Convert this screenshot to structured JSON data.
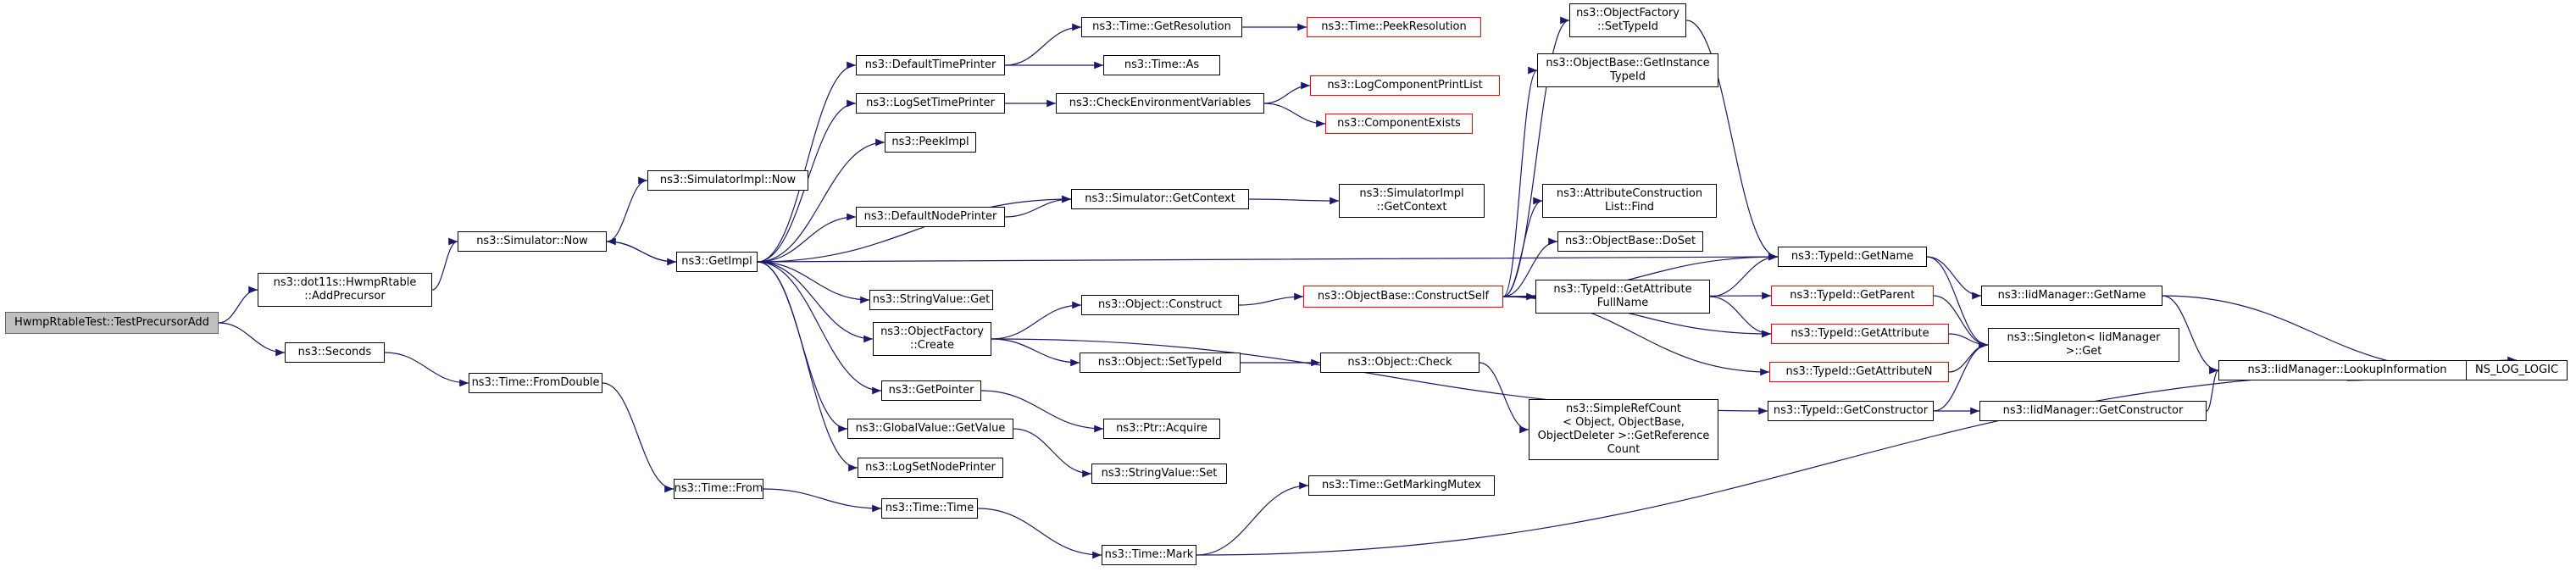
{
  "colors": {
    "edge": "#191970",
    "border": "#000000",
    "border_incomplete": "#ff0000",
    "root_fill": "#bfbfbf"
  },
  "nodes": [
    {
      "id": "root",
      "lines": [
        "HwmpRtableTest::TestPrecursorAdd"
      ],
      "style": "root"
    },
    {
      "id": "addprec",
      "lines": [
        "ns3::dot11s::HwmpRtable",
        "::AddPrecursor"
      ]
    },
    {
      "id": "seconds",
      "lines": [
        "ns3::Seconds"
      ]
    },
    {
      "id": "simnow",
      "lines": [
        "ns3::Simulator::Now"
      ]
    },
    {
      "id": "fromdouble",
      "lines": [
        "ns3::Time::FromDouble"
      ]
    },
    {
      "id": "simimplnow",
      "lines": [
        "ns3::SimulatorImpl::Now"
      ]
    },
    {
      "id": "getimpl",
      "lines": [
        "ns3::GetImpl"
      ]
    },
    {
      "id": "timefrom",
      "lines": [
        "ns3::Time::From"
      ]
    },
    {
      "id": "deftimeprinter",
      "lines": [
        "ns3::DefaultTimePrinter"
      ]
    },
    {
      "id": "logsettimeprinter",
      "lines": [
        "ns3::LogSetTimePrinter"
      ]
    },
    {
      "id": "peekimpl",
      "lines": [
        "ns3::PeekImpl"
      ]
    },
    {
      "id": "defnodeprinter",
      "lines": [
        "ns3::DefaultNodePrinter"
      ]
    },
    {
      "id": "stringvalueget",
      "lines": [
        "ns3::StringValue::Get"
      ]
    },
    {
      "id": "objfactorycreate",
      "lines": [
        "ns3::ObjectFactory",
        "::Create"
      ]
    },
    {
      "id": "getpointer",
      "lines": [
        "ns3::GetPointer"
      ]
    },
    {
      "id": "globalvaluegetvalue",
      "lines": [
        "ns3::GlobalValue::GetValue"
      ]
    },
    {
      "id": "logsetnodeprinter",
      "lines": [
        "ns3::LogSetNodePrinter"
      ]
    },
    {
      "id": "timetime",
      "lines": [
        "ns3::Time::Time"
      ]
    },
    {
      "id": "timegetres",
      "lines": [
        "ns3::Time::GetResolution"
      ]
    },
    {
      "id": "timeas",
      "lines": [
        "ns3::Time::As"
      ]
    },
    {
      "id": "checkenv",
      "lines": [
        "ns3::CheckEnvironmentVariables"
      ]
    },
    {
      "id": "simgetctx",
      "lines": [
        "ns3::Simulator::GetContext"
      ]
    },
    {
      "id": "objconstruct",
      "lines": [
        "ns3::Object::Construct"
      ]
    },
    {
      "id": "objsettypeid",
      "lines": [
        "ns3::Object::SetTypeId"
      ]
    },
    {
      "id": "ptracquire",
      "lines": [
        "ns3::Ptr::Acquire"
      ]
    },
    {
      "id": "stringvalueset",
      "lines": [
        "ns3::StringValue::Set"
      ]
    },
    {
      "id": "timemark",
      "lines": [
        "ns3::Time::Mark"
      ]
    },
    {
      "id": "timepeekres",
      "lines": [
        "ns3::Time::PeekResolution"
      ],
      "style": "red"
    },
    {
      "id": "logcompprintlist",
      "lines": [
        "ns3::LogComponentPrintList"
      ],
      "style": "red"
    },
    {
      "id": "compexists",
      "lines": [
        "ns3::ComponentExists"
      ],
      "style": "red"
    },
    {
      "id": "simimplgetctx",
      "lines": [
        "ns3::SimulatorImpl",
        "::GetContext"
      ]
    },
    {
      "id": "objbaseconstructself",
      "lines": [
        "ns3::ObjectBase::ConstructSelf"
      ],
      "style": "red"
    },
    {
      "id": "objcheck",
      "lines": [
        "ns3::Object::Check"
      ]
    },
    {
      "id": "timegetmarkingmutex",
      "lines": [
        "ns3::Time::GetMarkingMutex"
      ]
    },
    {
      "id": "objfactorysettypeid",
      "lines": [
        "ns3::ObjectFactory",
        "::SetTypeId"
      ]
    },
    {
      "id": "objbasegetinstance",
      "lines": [
        "ns3::ObjectBase::GetInstance",
        "TypeId"
      ]
    },
    {
      "id": "attrconstructionlistfind",
      "lines": [
        "ns3::AttributeConstruction",
        "List::Find"
      ]
    },
    {
      "id": "objbasedoset",
      "lines": [
        "ns3::ObjectBase::DoSet"
      ]
    },
    {
      "id": "typeidgetattrfullname",
      "lines": [
        "ns3::TypeId::GetAttribute",
        "FullName"
      ]
    },
    {
      "id": "simplerefcount",
      "lines": [
        "ns3::SimpleRefCount",
        "< Object, ObjectBase,",
        "ObjectDeleter >::GetReference",
        "Count"
      ]
    },
    {
      "id": "typeidgetname",
      "lines": [
        "ns3::TypeId::GetName"
      ]
    },
    {
      "id": "typeidgetparent",
      "lines": [
        "ns3::TypeId::GetParent"
      ],
      "style": "red"
    },
    {
      "id": "typeidgetattribute",
      "lines": [
        "ns3::TypeId::GetAttribute"
      ],
      "style": "red"
    },
    {
      "id": "typeidgetattributen",
      "lines": [
        "ns3::TypeId::GetAttributeN"
      ],
      "style": "red"
    },
    {
      "id": "typeidgetconstructor",
      "lines": [
        "ns3::TypeId::GetConstructor"
      ]
    },
    {
      "id": "iidmgrgetname",
      "lines": [
        "ns3::IidManager::GetName"
      ]
    },
    {
      "id": "singletonget",
      "lines": [
        "ns3::Singleton< IidManager",
        ">::Get"
      ]
    },
    {
      "id": "iidmgrgetconstructor",
      "lines": [
        "ns3::IidManager::GetConstructor"
      ]
    },
    {
      "id": "iidmgrlookup",
      "lines": [
        "ns3::IidManager::LookupInformation"
      ]
    },
    {
      "id": "nslog",
      "lines": [
        "NS_LOG_LOGIC"
      ]
    }
  ],
  "edges": [
    [
      "root",
      "addprec"
    ],
    [
      "root",
      "seconds"
    ],
    [
      "addprec",
      "simnow"
    ],
    [
      "seconds",
      "fromdouble"
    ],
    [
      "simnow",
      "simimplnow"
    ],
    [
      "simnow",
      "getimpl"
    ],
    [
      "fromdouble",
      "timefrom"
    ],
    [
      "timefrom",
      "timetime"
    ],
    [
      "getimpl",
      "simnow"
    ],
    [
      "getimpl",
      "deftimeprinter"
    ],
    [
      "getimpl",
      "logsettimeprinter"
    ],
    [
      "getimpl",
      "peekimpl"
    ],
    [
      "getimpl",
      "simgetctx"
    ],
    [
      "getimpl",
      "defnodeprinter"
    ],
    [
      "getimpl",
      "typeidgetname"
    ],
    [
      "getimpl",
      "stringvalueget"
    ],
    [
      "getimpl",
      "objfactorycreate"
    ],
    [
      "getimpl",
      "getpointer"
    ],
    [
      "getimpl",
      "globalvaluegetvalue"
    ],
    [
      "getimpl",
      "logsetnodeprinter"
    ],
    [
      "deftimeprinter",
      "timegetres"
    ],
    [
      "deftimeprinter",
      "timeas"
    ],
    [
      "timegetres",
      "timepeekres"
    ],
    [
      "logsettimeprinter",
      "checkenv"
    ],
    [
      "checkenv",
      "logcompprintlist"
    ],
    [
      "checkenv",
      "compexists"
    ],
    [
      "defnodeprinter",
      "simgetctx"
    ],
    [
      "simgetctx",
      "simimplgetctx"
    ],
    [
      "objfactorycreate",
      "objconstruct"
    ],
    [
      "objfactorycreate",
      "objsettypeid"
    ],
    [
      "objfactorycreate",
      "typeidgetconstructor"
    ],
    [
      "objconstruct",
      "objbaseconstructself"
    ],
    [
      "objsettypeid",
      "objcheck"
    ],
    [
      "objcheck",
      "simplerefcount"
    ],
    [
      "getpointer",
      "ptracquire"
    ],
    [
      "globalvaluegetvalue",
      "stringvalueset"
    ],
    [
      "timetime",
      "timemark"
    ],
    [
      "timemark",
      "timegetmarkingmutex"
    ],
    [
      "timemark",
      "nslog"
    ],
    [
      "objbaseconstructself",
      "objfactorysettypeid"
    ],
    [
      "objbaseconstructself",
      "objbasegetinstance"
    ],
    [
      "objbaseconstructself",
      "attrconstructionlistfind"
    ],
    [
      "objbaseconstructself",
      "objbasedoset"
    ],
    [
      "objbaseconstructself",
      "typeidgetattrfullname"
    ],
    [
      "objbaseconstructself",
      "typeidgetname"
    ],
    [
      "objbaseconstructself",
      "typeidgetparent"
    ],
    [
      "objbaseconstructself",
      "typeidgetattribute"
    ],
    [
      "objbaseconstructself",
      "typeidgetattributen"
    ],
    [
      "objfactorysettypeid",
      "typeidgetname"
    ],
    [
      "typeidgetattrfullname",
      "typeidgetname"
    ],
    [
      "typeidgetattrfullname",
      "typeidgetattribute"
    ],
    [
      "typeidgetname",
      "iidmgrgetname"
    ],
    [
      "typeidgetname",
      "singletonget"
    ],
    [
      "typeidgetparent",
      "singletonget"
    ],
    [
      "typeidgetattribute",
      "singletonget"
    ],
    [
      "typeidgetattributen",
      "singletonget"
    ],
    [
      "typeidgetconstructor",
      "singletonget"
    ],
    [
      "typeidgetconstructor",
      "iidmgrgetconstructor"
    ],
    [
      "iidmgrgetname",
      "iidmgrlookup"
    ],
    [
      "iidmgrgetname",
      "nslog"
    ],
    [
      "iidmgrgetconstructor",
      "iidmgrlookup"
    ],
    [
      "iidmgrlookup",
      "nslog"
    ]
  ]
}
